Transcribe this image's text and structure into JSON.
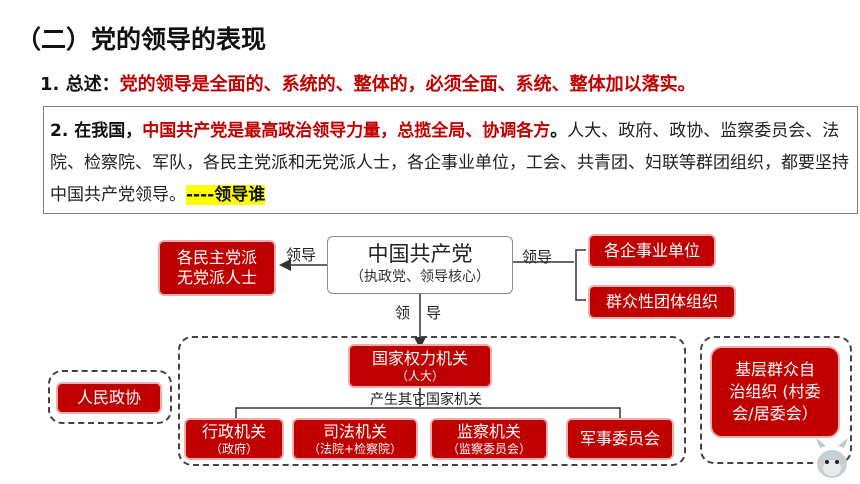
{
  "title": "（二）党的领导的表现",
  "summary": {
    "prefix": "1. 总述：",
    "text": "党的领导是全面的、系统的、整体的，必须全面、系统、整体加以落实。"
  },
  "point2": {
    "prefix": "2. 在我国，",
    "red_text": "中国共产党是最高政治领导力量，总揽全局、协调各方",
    "period": "。",
    "body": "人大、政府、政协、监察委员会、法院、检察院、军队，各民主党派和无党派人士，各企事业单位，工会、共青团、妇联等群团组织，都要坚持中国共产党领导。",
    "highlight": "----领导谁"
  },
  "diagram": {
    "center_main": "中国共产党",
    "center_sub": "（执政党、领导核心）",
    "left_box_line1": "各民主党派",
    "left_box_line2": "无党派人士",
    "label_lead_left": "领导",
    "label_lead_right": "领导",
    "label_lead_down_1": "领",
    "label_lead_down_2": "导",
    "right_box_1": "各企事业单位",
    "right_box_2": "群众性团体组织",
    "cppcc": "人民政协",
    "npc_main": "国家权力机关",
    "npc_sub": "（人大）",
    "produce_label_1": "产生其它",
    "produce_label_2": "国家机关",
    "organs": [
      {
        "main": "行政机关",
        "sub": "（政府）"
      },
      {
        "main": "司法机关",
        "sub": "（法院+检察院）"
      },
      {
        "main": "监察机关",
        "sub": "（监察委员会）"
      },
      {
        "main": "军事委员会",
        "sub": ""
      }
    ],
    "grassroots_line1": "基层群众自",
    "grassroots_line2": "治组织 (村委",
    "grassroots_line3": "会/居委会）"
  },
  "colors": {
    "accent_red": "#c00000",
    "highlight_yellow": "#ffff00"
  }
}
